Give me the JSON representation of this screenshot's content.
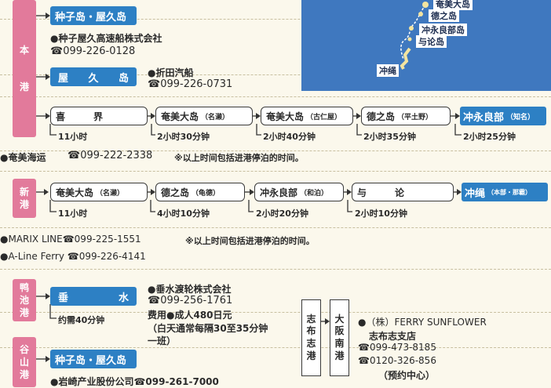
{
  "map": {
    "labels": [
      "奄美大岛",
      "德之岛",
      "冲永良部岛",
      "与论岛",
      "冲绳"
    ]
  },
  "honko": {
    "port_label": [
      "本",
      "港"
    ],
    "route1": {
      "dest": "种子岛・屋久岛",
      "company": "●种子屋久高速船株式会社",
      "phone": "☎099-226-0128"
    },
    "route2": {
      "dest": [
        "屋",
        "久",
        "岛"
      ],
      "company": "●折田汽船",
      "phone": "☎099-226-0731"
    },
    "chain": [
      {
        "name": "喜　　　界",
        "sub": "",
        "time": "11小时"
      },
      {
        "name": "奄美大岛",
        "sub": "（名濑）",
        "time": "2小时30分钟"
      },
      {
        "name": "奄美大岛",
        "sub": "（古仁屋）",
        "time": "2小时40分钟"
      },
      {
        "name": "德之岛",
        "sub": "（平土野）",
        "time": "2小时35分钟"
      },
      {
        "name": "冲永良部",
        "sub": "（知名）",
        "time": "2小时25分钟"
      }
    ],
    "footer": {
      "company": "●奄美海运",
      "phone": "☎099-222-2338",
      "note": "※以上时间包括进港停泊的时间。"
    }
  },
  "shinko": {
    "port_label": [
      "新",
      "港"
    ],
    "chain": [
      {
        "name": "奄美大岛",
        "sub": "（名濑）",
        "time": "11小时"
      },
      {
        "name": "德之岛",
        "sub": "（龟德）",
        "time": "4小时10分钟"
      },
      {
        "name": "冲永良部",
        "sub": "（和泊）",
        "time": "2小时20分钟"
      },
      {
        "name": "与　　　论",
        "sub": "",
        "time": "2小时10分钟"
      },
      {
        "name": "冲绳",
        "sub": "（本部・那霸）",
        "time": ""
      }
    ],
    "footer1": {
      "text": "●MARIX LINE☎099-225-1551",
      "note": "※以上时间包括进港停泊的时间。"
    },
    "footer2": {
      "text": "●A-Line Ferry ☎099-226-4141"
    }
  },
  "kamoike": {
    "port_label": [
      "鸭",
      "池",
      "港"
    ],
    "dest": [
      "垂",
      "水"
    ],
    "time": "约需40分钟",
    "company": "●垂水渡轮株式会社",
    "phone": "☎099-256-1761",
    "fare": "费用●成人480日元",
    "note1": "（白天通常每隔30至35分钟",
    "note2": "一班）"
  },
  "taniyama": {
    "port_label": [
      "谷",
      "山",
      "港"
    ],
    "dest": "种子岛・屋久岛",
    "company": "●岩崎产业股份公司☎099-261-7000"
  },
  "shibushi": {
    "from": [
      "志",
      "布",
      "志",
      "港"
    ],
    "to": [
      "大",
      "阪",
      "南",
      "港"
    ],
    "company": "●（株）FERRY SUNFLOWER",
    "branch": "志布志支店",
    "phone1": "☎099-473-8185",
    "phone2": "☎0120-326-856",
    "note": "（预约中心）"
  }
}
